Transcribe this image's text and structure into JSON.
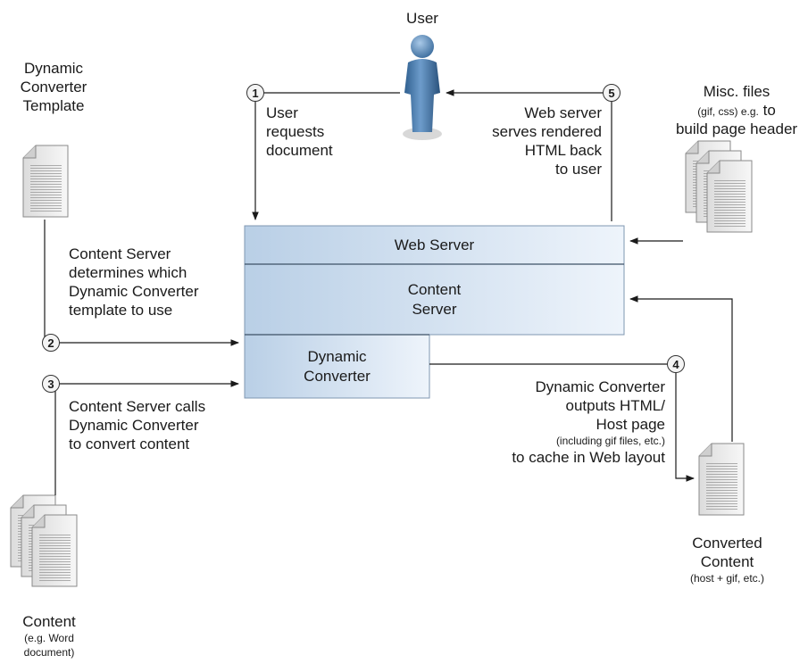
{
  "actors": {
    "user": "User"
  },
  "server_stack": {
    "web_server": "Web Server",
    "content_server": [
      "Content",
      "Server"
    ],
    "dynamic_converter": [
      "Dynamic",
      "Converter"
    ]
  },
  "artifacts": {
    "template": [
      "Dynamic",
      "Converter",
      "Template"
    ],
    "misc_files": {
      "title": "Misc. files",
      "detail_small": "(gif, css) e.g.",
      "detail_rest": "to",
      "line2": "build page header"
    },
    "content": {
      "title": "Content",
      "detail": [
        "(e.g. Word",
        "document)"
      ]
    },
    "converted": {
      "title": [
        "Converted",
        "Content"
      ],
      "detail": "(host + gif, etc.)"
    }
  },
  "steps": [
    {
      "number": "1",
      "lines": [
        "User",
        "requests",
        "document"
      ]
    },
    {
      "number": "2",
      "lines": [
        "Content Server",
        "determines which",
        "Dynamic Converter",
        "template to use"
      ]
    },
    {
      "number": "3",
      "lines": [
        "Content Server calls",
        "Dynamic Converter",
        "to convert content"
      ]
    },
    {
      "number": "4",
      "lines": [
        "Dynamic Converter",
        "outputs HTML/",
        "Host page"
      ],
      "detail": "(including gif files, etc.)",
      "last_line": "to cache in Web layout"
    },
    {
      "number": "5",
      "lines": [
        "Web server",
        "serves rendered",
        "HTML back",
        "to user"
      ]
    }
  ]
}
